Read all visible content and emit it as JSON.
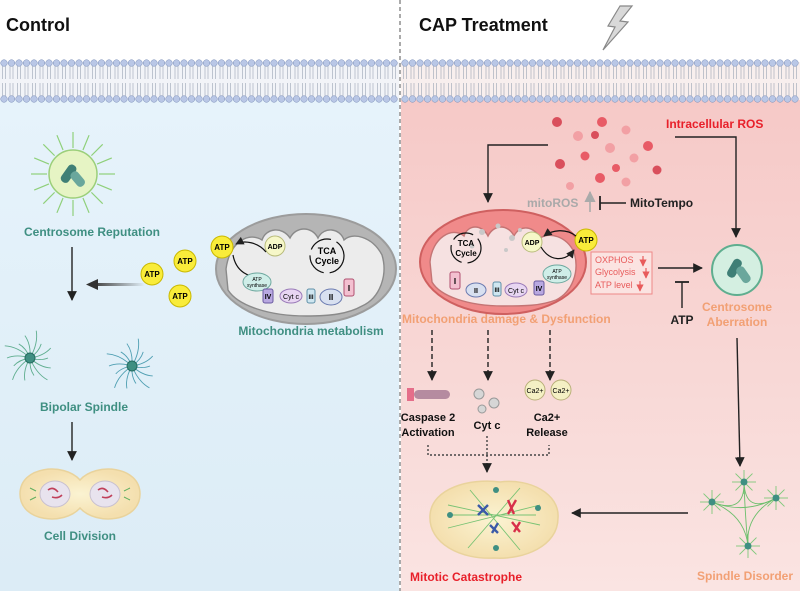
{
  "panels": {
    "left": {
      "title": "Control"
    },
    "right": {
      "title": "CAP Treatment"
    }
  },
  "control": {
    "centrosome": "Centrosome Reputation",
    "bipolar": "Bipolar Spindle",
    "division": "Cell Division",
    "mito_label": "Mitochondria metabolism",
    "atp": "ATP",
    "adp": "ADP",
    "tca_1": "TCA",
    "tca_2": "Cycle",
    "synthase_1": "ATP",
    "synthase_2": "synthase",
    "complex_i": "I",
    "complex_ii": "II",
    "complex_iii": "III",
    "complex_iv": "IV",
    "cyt_c": "Cyt c"
  },
  "cap": {
    "ros": "Intracellular ROS",
    "mitoros": "mitoROS",
    "mitotempo": "MitoTempo",
    "mito_damage": "Mitochondria damage & Dysfunction",
    "oxphos": "OXPHOS",
    "glycolysis": "Glycolysis",
    "atp_level": "ATP level",
    "atp_inhibitor": "ATP",
    "centrosome_1": "Centrosome",
    "centrosome_2": "Aberration",
    "caspase_1": "Caspase 2",
    "caspase_2": "Activation",
    "cytc": "Cyt c",
    "ca2": "Ca2+",
    "ca_release_1": "Ca2+",
    "ca_release_2": "Release",
    "spindle_disorder": "Spindle Disorder",
    "catastrophe": "Mitotic Catastrophe"
  },
  "colors": {
    "teal": "#3f8f82",
    "orange": "#f2a074",
    "red": "#e8202a",
    "left_bg": "#e4f2fa",
    "right_bg": "#f9d6d4",
    "atp_yellow": "#f9ec3a"
  }
}
